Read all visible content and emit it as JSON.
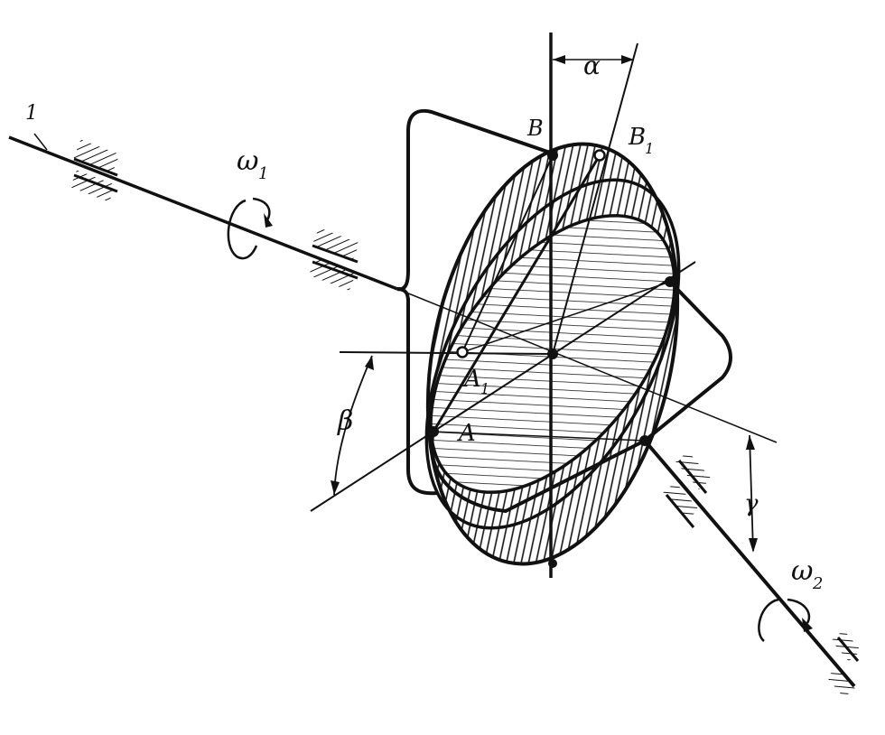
{
  "diagram": {
    "labels": {
      "shaft_1_number": "1",
      "omega_1": "ω",
      "omega_1_sub": "1",
      "omega_2": "ω",
      "omega_2_sub": "2",
      "point_B": "B",
      "point_B1": "B",
      "point_B1_sub": "1",
      "point_A": "A",
      "point_A1": "A",
      "point_A1_sub": "1",
      "angle_alpha": "α",
      "angle_beta": "β",
      "angle_gamma": "γ"
    },
    "colors": {
      "ink": "#111111",
      "paper": "#ffffff"
    }
  }
}
